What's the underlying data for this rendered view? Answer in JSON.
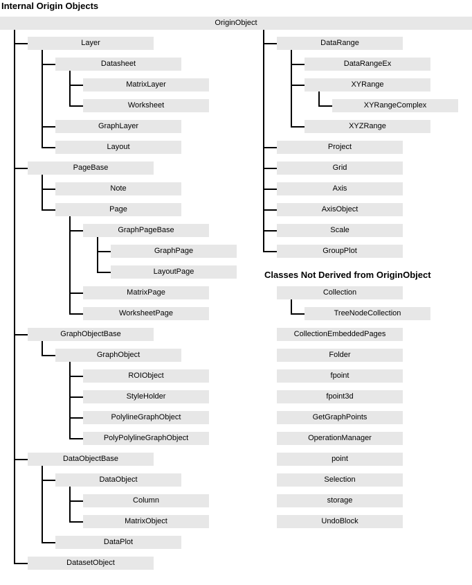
{
  "title": "Internal Origin Objects",
  "section_heading": "Classes Not Derived from OriginObject",
  "root": {
    "label": "OriginObject"
  },
  "colors": {
    "box_fill": "#e7e7e7",
    "line": "#000000",
    "text": "#000000",
    "background": "#ffffff"
  },
  "left_tree": [
    {
      "label": "Layer",
      "depth": 0
    },
    {
      "label": "Datasheet",
      "depth": 1
    },
    {
      "label": "MatrixLayer",
      "depth": 2
    },
    {
      "label": "Worksheet",
      "depth": 2
    },
    {
      "label": "GraphLayer",
      "depth": 1
    },
    {
      "label": "Layout",
      "depth": 1
    },
    {
      "label": "PageBase",
      "depth": 0
    },
    {
      "label": "Note",
      "depth": 1
    },
    {
      "label": "Page",
      "depth": 1
    },
    {
      "label": "GraphPageBase",
      "depth": 2
    },
    {
      "label": "GraphPage",
      "depth": 3
    },
    {
      "label": "LayoutPage",
      "depth": 3
    },
    {
      "label": "MatrixPage",
      "depth": 2
    },
    {
      "label": "WorksheetPage",
      "depth": 2
    },
    {
      "label": "GraphObjectBase",
      "depth": 0
    },
    {
      "label": "GraphObject",
      "depth": 1
    },
    {
      "label": "ROIObject",
      "depth": 2
    },
    {
      "label": "StyleHolder",
      "depth": 2
    },
    {
      "label": "PolylineGraphObject",
      "depth": 2
    },
    {
      "label": "PolyPolylineGraphObject",
      "depth": 2
    },
    {
      "label": "DataObjectBase",
      "depth": 0
    },
    {
      "label": "DataObject",
      "depth": 1
    },
    {
      "label": "Column",
      "depth": 2
    },
    {
      "label": "MatrixObject",
      "depth": 2
    },
    {
      "label": "DataPlot",
      "depth": 1
    },
    {
      "label": "DatasetObject",
      "depth": 0
    }
  ],
  "right_tree": [
    {
      "label": "DataRange",
      "depth": 0
    },
    {
      "label": "DataRangeEx",
      "depth": 1
    },
    {
      "label": "XYRange",
      "depth": 1
    },
    {
      "label": "XYRangeComplex",
      "depth": 2
    },
    {
      "label": "XYZRange",
      "depth": 1
    },
    {
      "label": "Project",
      "depth": 0
    },
    {
      "label": "Grid",
      "depth": 0
    },
    {
      "label": "Axis",
      "depth": 0
    },
    {
      "label": "AxisObject",
      "depth": 0
    },
    {
      "label": "Scale",
      "depth": 0
    },
    {
      "label": "GroupPlot",
      "depth": 0
    }
  ],
  "not_derived": [
    {
      "label": "Collection",
      "depth": 0
    },
    {
      "label": "TreeNodeCollection",
      "depth": 1
    },
    {
      "label": "CollectionEmbeddedPages",
      "depth": 0
    },
    {
      "label": "Folder",
      "depth": 0
    },
    {
      "label": "fpoint",
      "depth": 0
    },
    {
      "label": "fpoint3d",
      "depth": 0
    },
    {
      "label": "GetGraphPoints",
      "depth": 0
    },
    {
      "label": "OperationManager",
      "depth": 0
    },
    {
      "label": "point",
      "depth": 0
    },
    {
      "label": "Selection",
      "depth": 0
    },
    {
      "label": "storage",
      "depth": 0
    },
    {
      "label": "UndoBlock",
      "depth": 0
    }
  ]
}
